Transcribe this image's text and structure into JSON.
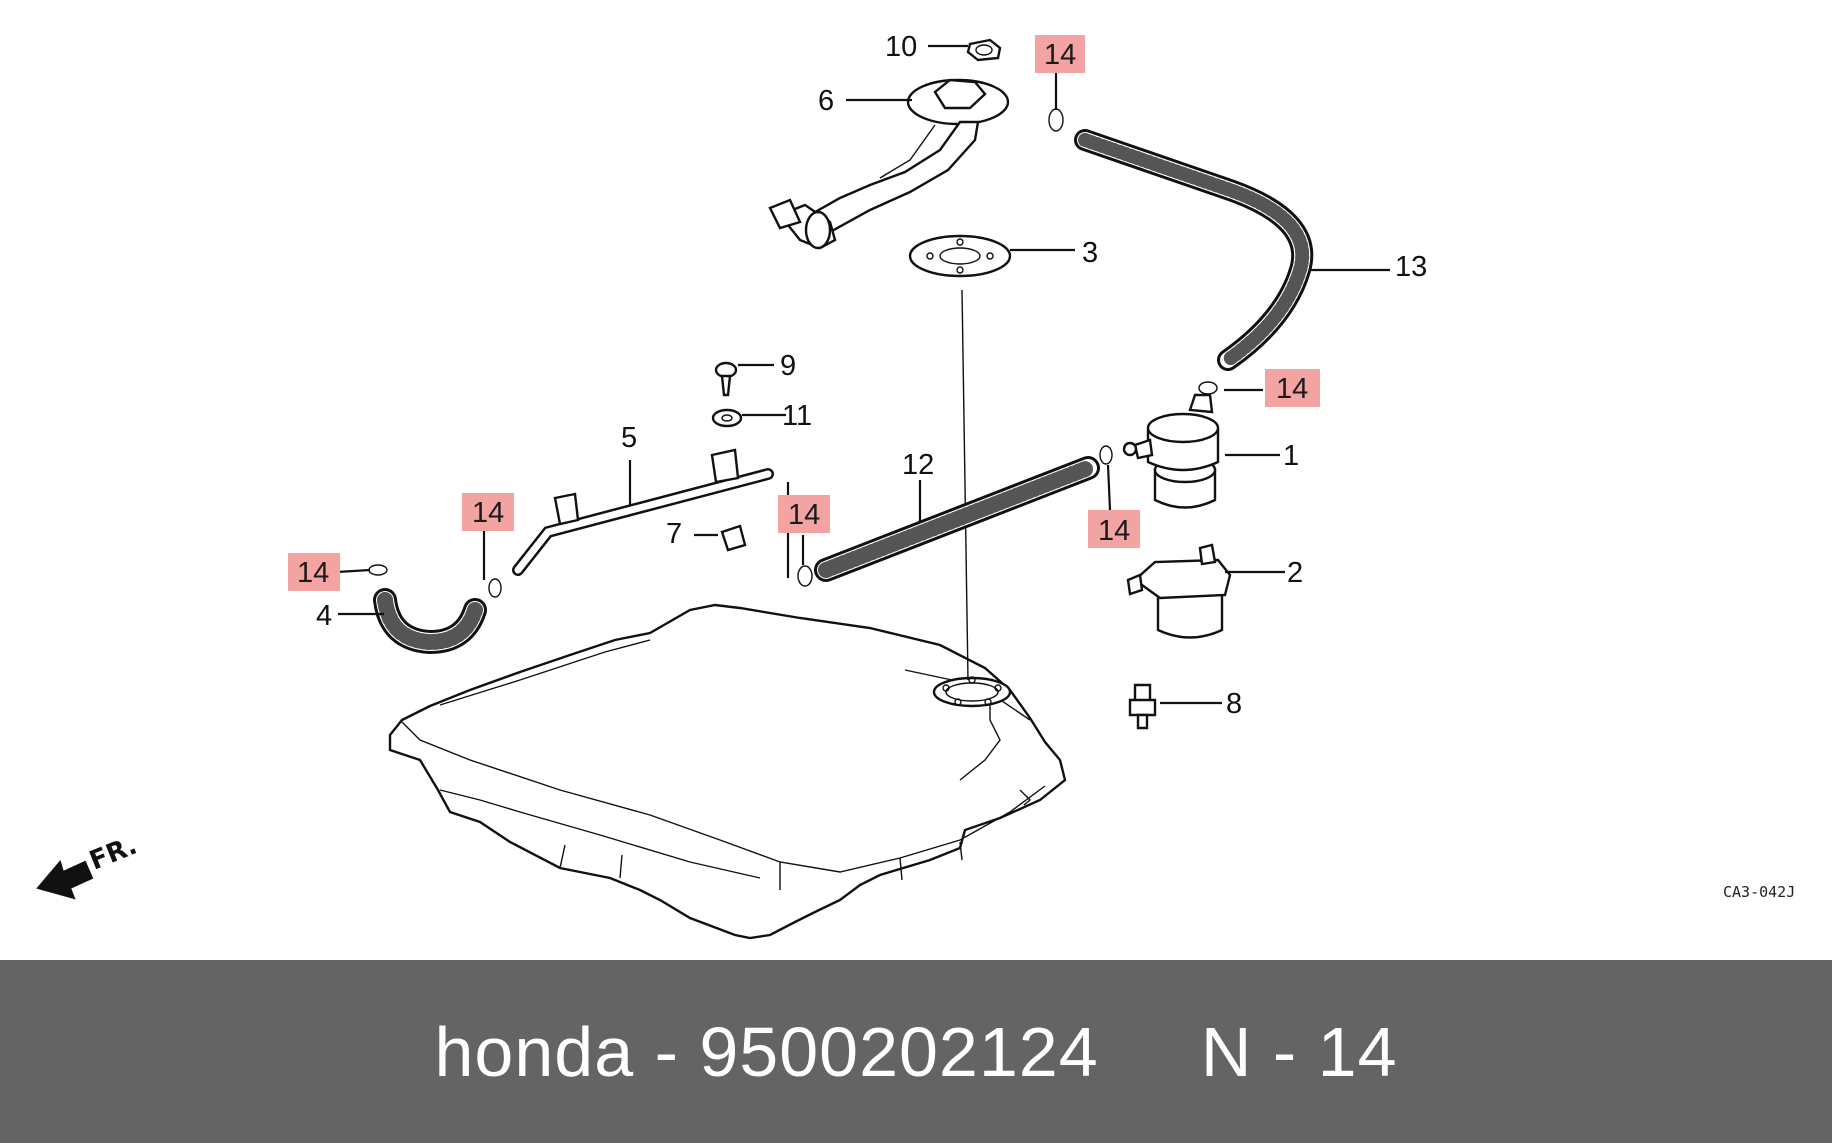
{
  "diagram": {
    "drawing_code": "CA3-042J",
    "direction_label": "FR.",
    "callouts": [
      "10",
      "6",
      "3",
      "13",
      "9",
      "11",
      "5",
      "12",
      "1",
      "7",
      "2",
      "4",
      "8"
    ],
    "highlighted_callout": "14",
    "highlight_color": "#f4a3a3"
  },
  "footer": {
    "text": "honda - 9500202124     N - 14",
    "background": "#646464",
    "color": "#ffffff"
  }
}
